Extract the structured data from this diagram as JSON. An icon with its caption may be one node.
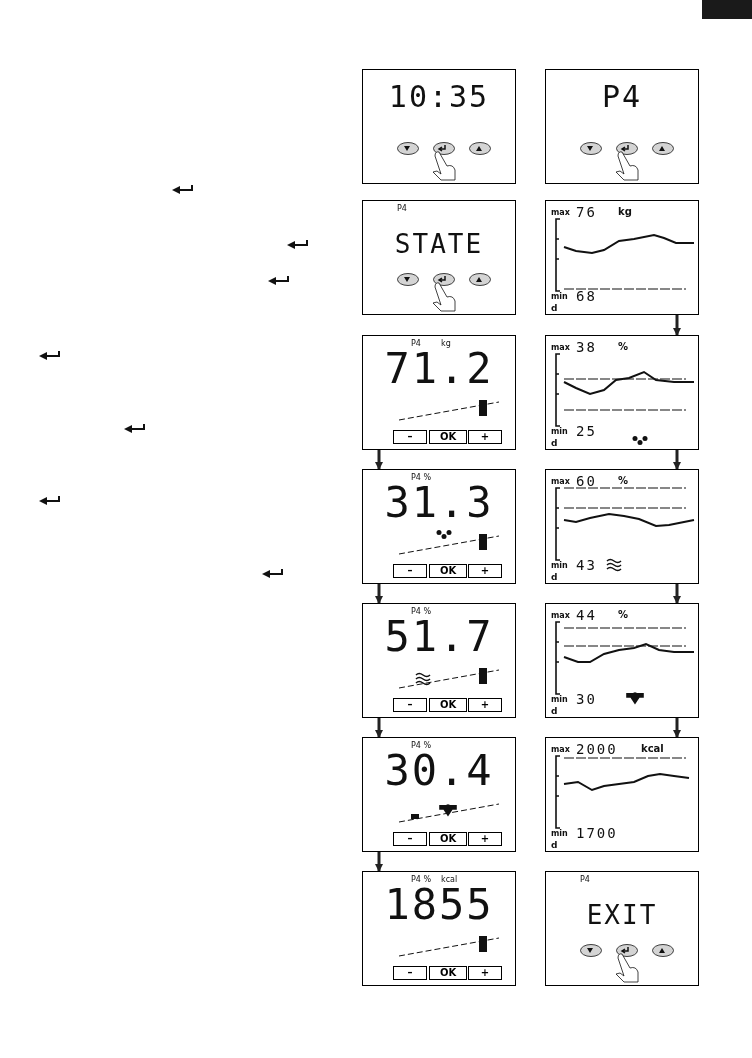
{
  "diagram": {
    "nodes": [
      {
        "text": [
          "10:35"
        ]
      },
      {
        "text": [
          "P4"
        ]
      },
      {
        "text": [
          "P4",
          "STATE"
        ]
      },
      {
        "text": [
          "max",
          "76",
          "kg",
          "min",
          "68",
          "d"
        ]
      },
      {
        "text": [
          "P4",
          "kg",
          "71.2",
          "–",
          "OK",
          "+"
        ]
      },
      {
        "text": [
          "max",
          "38",
          "%",
          "min",
          "25",
          "d"
        ]
      },
      {
        "text": [
          "P4 %",
          "31.3",
          "–",
          "OK",
          "+"
        ]
      },
      {
        "text": [
          "max",
          "60",
          "%",
          "min",
          "43",
          "d"
        ]
      },
      {
        "text": [
          "P4 %",
          "51.7",
          "–",
          "OK",
          "+"
        ]
      },
      {
        "text": [
          "max",
          "44",
          "%",
          "min",
          "30",
          "d"
        ]
      },
      {
        "text": [
          "P4 %",
          "30.4",
          "–",
          "OK",
          "+"
        ]
      },
      {
        "text": [
          "max",
          "2000",
          "kcal",
          "min",
          "1700",
          "d"
        ]
      },
      {
        "text": [
          "P4 %",
          "kcal",
          "1855",
          "–",
          "OK",
          "+"
        ]
      },
      {
        "text": [
          "P4",
          "EXIT"
        ]
      }
    ],
    "edges": [
      {
        "from": 3,
        "to": 5,
        "arrow": "to"
      },
      {
        "from": 4,
        "to": 6,
        "arrow": "to"
      },
      {
        "from": 5,
        "to": 7,
        "arrow": "to"
      },
      {
        "from": 6,
        "to": 8,
        "arrow": "to"
      },
      {
        "from": 7,
        "to": 9,
        "arrow": "to"
      },
      {
        "from": 8,
        "to": 10,
        "arrow": "to"
      },
      {
        "from": 9,
        "to": 11,
        "arrow": "to"
      },
      {
        "from": 10,
        "to": 12,
        "arrow": "to"
      }
    ]
  }
}
